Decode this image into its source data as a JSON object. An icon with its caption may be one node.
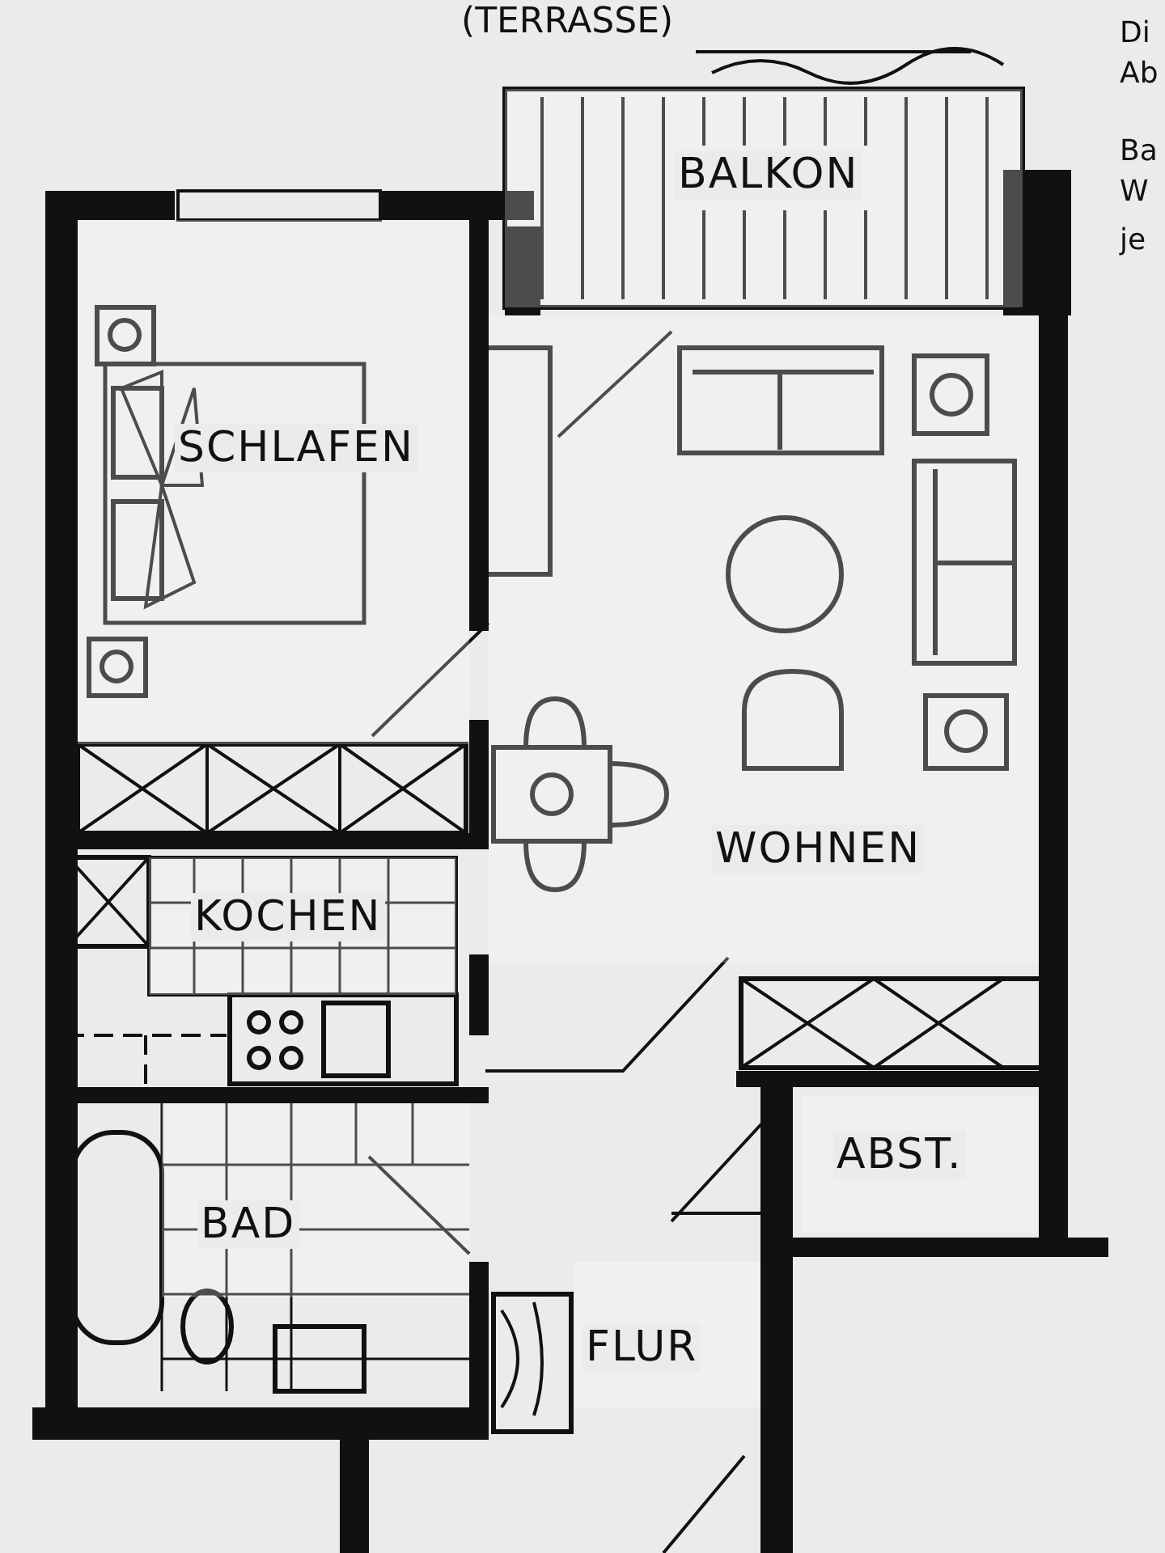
{
  "diagram": {
    "nodes": [
      {
        "text": [
          "BALKON"
        ]
      },
      {
        "text": [
          "SCHLAFEN"
        ]
      },
      {
        "text": [
          "WOHNEN"
        ]
      },
      {
        "text": [
          "KOCHEN"
        ]
      },
      {
        "text": [
          "ABST."
        ]
      },
      {
        "text": [
          "BAD"
        ]
      },
      {
        "text": [
          "FLUR"
        ]
      }
    ],
    "edges": [],
    "labels": [
      "(TERRASSE)",
      "Di",
      "Ab",
      "Ba",
      "W",
      "je"
    ]
  }
}
